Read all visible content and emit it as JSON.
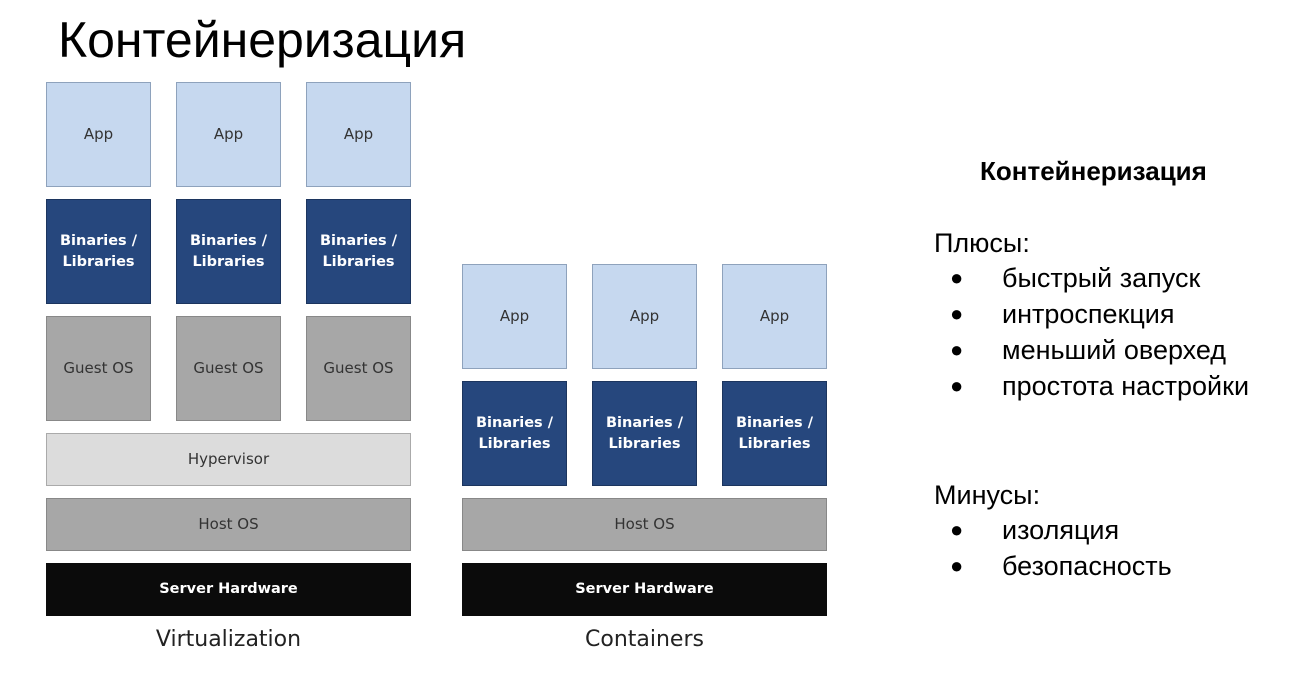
{
  "slide": {
    "title": "Контейнеризация"
  },
  "virtualization": {
    "apps": [
      "App",
      "App",
      "App"
    ],
    "binaries": [
      "Binaries /\nLibraries",
      "Binaries /\nLibraries",
      "Binaries /\nLibraries"
    ],
    "guest_os": [
      "Guest OS",
      "Guest OS",
      "Guest OS"
    ],
    "hypervisor": "Hypervisor",
    "host_os": "Host OS",
    "hardware": "Server Hardware",
    "caption": "Virtualization"
  },
  "containers": {
    "apps": [
      "App",
      "App",
      "App"
    ],
    "binaries": [
      "Binaries /\nLibraries",
      "Binaries /\nLibraries",
      "Binaries /\nLibraries"
    ],
    "host_os": "Host OS",
    "hardware": "Server Hardware",
    "caption": "Containers"
  },
  "notes": {
    "title": "Контейнеризация",
    "pros_label": "Плюсы:",
    "pros": [
      "быстрый запуск",
      "интроспекция",
      "меньший оверхед",
      "простота настройки"
    ],
    "cons_label": "Минусы:",
    "cons": [
      "изоляция",
      "безопасность"
    ],
    "bullet": "●"
  }
}
